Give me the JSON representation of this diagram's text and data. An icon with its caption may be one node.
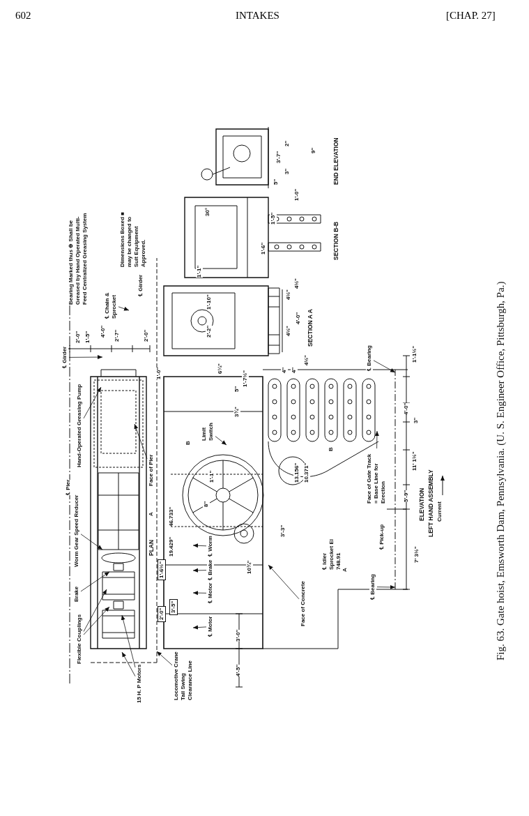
{
  "diagram": {
    "caption": "Fig. 63. Gate hoist, Emsworth Dam, Pennsylvania. (U. S. Engineer Office, Pittsburgh, Pa.)",
    "nodes": [
      {
        "text": [
          "℄ Girder"
        ]
      },
      {
        "text": [
          "Hand-Operated Greasing Pump"
        ]
      },
      {
        "text": [
          "Worm Gear Speed Reducer"
        ]
      },
      {
        "text": [
          "Brake"
        ]
      },
      {
        "text": [
          "Flexible Couplings"
        ]
      },
      {
        "text": [
          "15 H. P Motors"
        ]
      },
      {
        "text": [
          "℄ Chain & Sprocket"
        ]
      },
      {
        "text": [
          "Face of Pier"
        ]
      },
      {
        "text": [
          "Limit Switch"
        ]
      },
      {
        "text": [
          "1'-6½\""
        ]
      },
      {
        "text": [
          "2'-0\""
        ]
      },
      {
        "text": [
          "3'-5\""
        ]
      },
      {
        "text": [
          "℄ Worm"
        ]
      },
      {
        "text": [
          "℄ Brake"
        ]
      },
      {
        "text": [
          "℄ Motor"
        ]
      },
      {
        "text": [
          "℄ Motor"
        ]
      },
      {
        "text": [
          "Locomotive Crane Tail Swing Clearance Line"
        ]
      },
      {
        "text": [
          "Face of Concrete"
        ]
      },
      {
        "text": [
          "℄ Bearing"
        ]
      },
      {
        "text": [
          "Face of Gate Track = Base Line for Erection"
        ]
      },
      {
        "text": [
          "℄ Bearing"
        ]
      },
      {
        "text": [],
        "shape": "line"
      }
    ],
    "edges": [
      {
        "from": 0,
        "to": null,
        "arrow": "to"
      },
      {
        "from": 1,
        "to": null,
        "arrow": "to"
      },
      {
        "from": 2,
        "to": null,
        "arrow": "to"
      },
      {
        "from": 3,
        "to": null,
        "arrow": "to"
      },
      {
        "from": 4,
        "to": null,
        "arrow": "to"
      },
      {
        "from": 4,
        "to": null,
        "arrow": "to"
      },
      {
        "from": 5,
        "to": null,
        "arrow": "to"
      },
      {
        "from": 5,
        "to": null,
        "arrow": "to"
      },
      {
        "from": 6,
        "to": null,
        "arrow": "to"
      },
      {
        "from": 7,
        "to": null,
        "arrow": "to"
      },
      {
        "from": 8,
        "to": null,
        "arrow": "to"
      },
      {
        "from": 12,
        "to": null,
        "arrow": "to"
      },
      {
        "from": 13,
        "to": null,
        "arrow": "to"
      },
      {
        "from": 14,
        "to": null,
        "arrow": "to"
      },
      {
        "from": 15,
        "to": null,
        "arrow": "to"
      },
      {
        "from": 16,
        "to": 21,
        "arrow": "to"
      },
      {
        "from": 17,
        "to": null,
        "arrow": "to"
      },
      {
        "from": 18,
        "to": null,
        "arrow": "to"
      },
      {
        "from": 19,
        "to": null,
        "arrow": "to"
      },
      {
        "from": 20,
        "to": null,
        "arrow": "to"
      }
    ],
    "labels": [
      "602",
      "INTAKES",
      "[CHAP. 27]",
      "Bearing Marked thus ⊕ Shall be Greased by Hand Operated Multi-Feed Centralized Greasing System",
      "Dimensions Boxed ■ may be changed to Suit Equipment Approved.",
      "℄ Pier",
      "℄ Girder",
      "2'-0\"",
      "1'-5\"",
      "4'-0\"",
      "2'-7\"",
      "2'-0\"",
      "1'-0\"",
      "A",
      "PLAN",
      "46.733\"",
      "19.429\"",
      "8\"",
      "1'-1\"",
      "B",
      "6¼\"",
      "1'-7½\"",
      "5\"",
      "3¾\"",
      "4\"",
      "4\"",
      "13.156\"",
      "10.371\"",
      "3'-3\"",
      "10¾\"",
      "3'-0\"",
      "4'-5\"",
      "B",
      "℄ Idler Sprocket El 748.91",
      "A",
      "℄ Pick-up",
      "5'-9\"",
      "11' 1½\"",
      "4'-0\"",
      "3\"",
      "1'-1½\"",
      "7' 3½\"",
      "ELEVATION",
      "LEFT HAND ASSEMBLY",
      "Current",
      "1'-10\"",
      "2'-2\"",
      "4½\"",
      "4½\"",
      "4½\"",
      "4'-0\"",
      "4½\"",
      "SECTION A A",
      "1'-1\"",
      "1'-6\"",
      "1'-5\"",
      "SECTION B-B",
      "30°",
      "3'-7\"",
      "2\"",
      "9\"",
      "3\"",
      "5\"",
      "1'-0\"",
      "END ELEVATION"
    ]
  }
}
